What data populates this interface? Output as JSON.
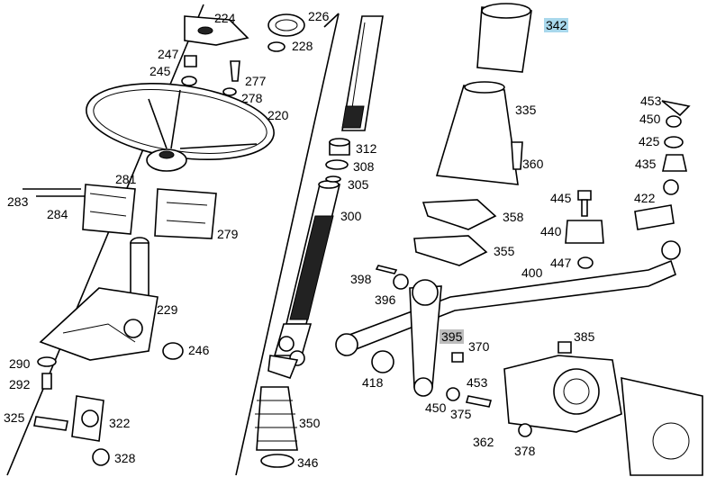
{
  "diagram": {
    "labels": {
      "p224": "224",
      "p226": "226",
      "p228": "228",
      "p247": "247",
      "p245": "245",
      "p277": "277",
      "p278": "278",
      "p220": "220",
      "p283": "283",
      "p284": "284",
      "p281": "281",
      "p279": "279",
      "p229": "229",
      "p246": "246",
      "p290": "290",
      "p292": "292",
      "p325": "325",
      "p322": "322",
      "p328": "328",
      "p312": "312",
      "p308": "308",
      "p305": "305",
      "p300": "300",
      "p350": "350",
      "p346": "346",
      "p342": "342",
      "p335": "335",
      "p360": "360",
      "p358": "358",
      "p355": "355",
      "p398": "398",
      "p396": "396",
      "p400": "400",
      "p395": "395",
      "p370": "370",
      "p418": "418",
      "p453a": "453",
      "p450a": "450",
      "p375": "375",
      "p385": "385",
      "p362": "362",
      "p378": "378",
      "p453b": "453",
      "p450b": "450",
      "p425": "425",
      "p435": "435",
      "p445": "445",
      "p422": "422",
      "p440": "440",
      "p447": "447"
    },
    "highlight_colors": {
      "blue": "#a9d8ec",
      "gray": "#bdbdbd"
    }
  }
}
